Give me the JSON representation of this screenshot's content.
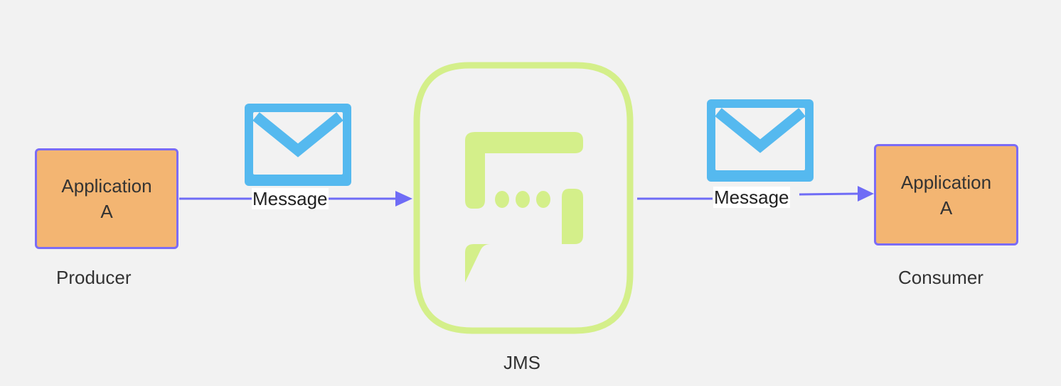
{
  "diagram": {
    "producer": {
      "box_line1": "Application",
      "box_line2": "A",
      "caption": "Producer"
    },
    "consumer": {
      "box_line1": "Application",
      "box_line2": "A",
      "caption": "Consumer"
    },
    "broker": {
      "caption": "JMS",
      "icon": "chat-bubble-ellipsis-icon"
    },
    "edges": [
      {
        "from": "producer",
        "to": "broker",
        "label": "Message",
        "icon": "envelope-icon"
      },
      {
        "from": "broker",
        "to": "consumer",
        "label": "Message",
        "icon": "envelope-icon"
      }
    ],
    "colors": {
      "background": "#f2f2f2",
      "app_fill": "#f3b572",
      "app_border": "#7b6cf6",
      "arrow": "#6f6cf6",
      "envelope": "#55b9ef",
      "broker_green": "#d4ef8a",
      "text": "#333333"
    }
  }
}
